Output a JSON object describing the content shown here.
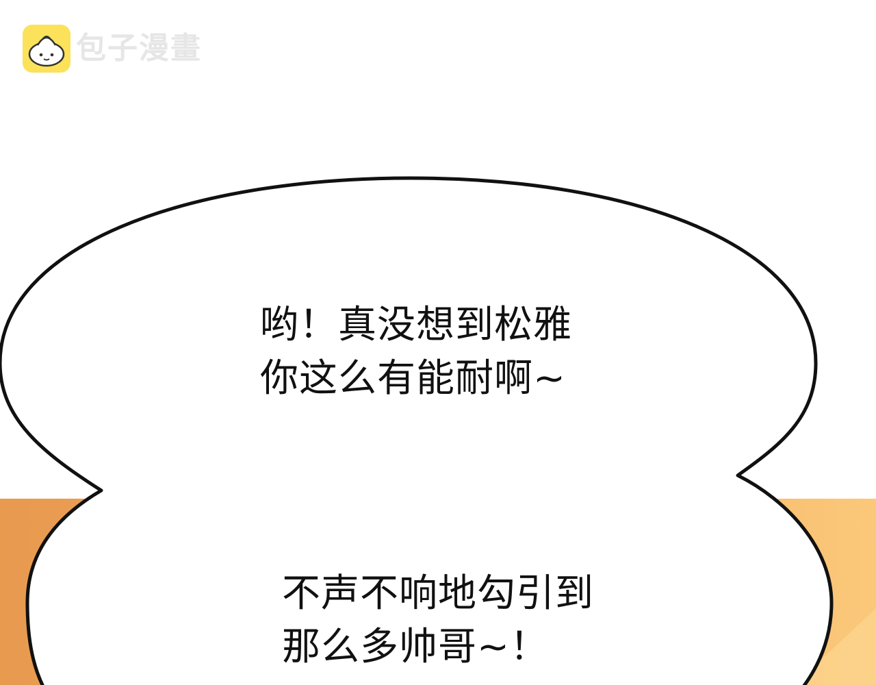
{
  "watermark": {
    "text": "包子漫畫",
    "logo_icon": "bun-mascot-icon",
    "logo_color": "#fbe25a"
  },
  "bubbles": {
    "top": {
      "lines": [
        "哟！真没想到松雅",
        "你这么有能耐啊~"
      ]
    },
    "bottom": {
      "lines": [
        "不声不响地勾引到",
        "那么多帅哥~！"
      ]
    }
  },
  "colors": {
    "background_top": "#ffffff",
    "background_bottom_left": "#e89a4f",
    "background_bottom_right": "#fbc87a",
    "bubble_fill": "#ffffff",
    "bubble_stroke": "#111111",
    "text": "#111111"
  }
}
